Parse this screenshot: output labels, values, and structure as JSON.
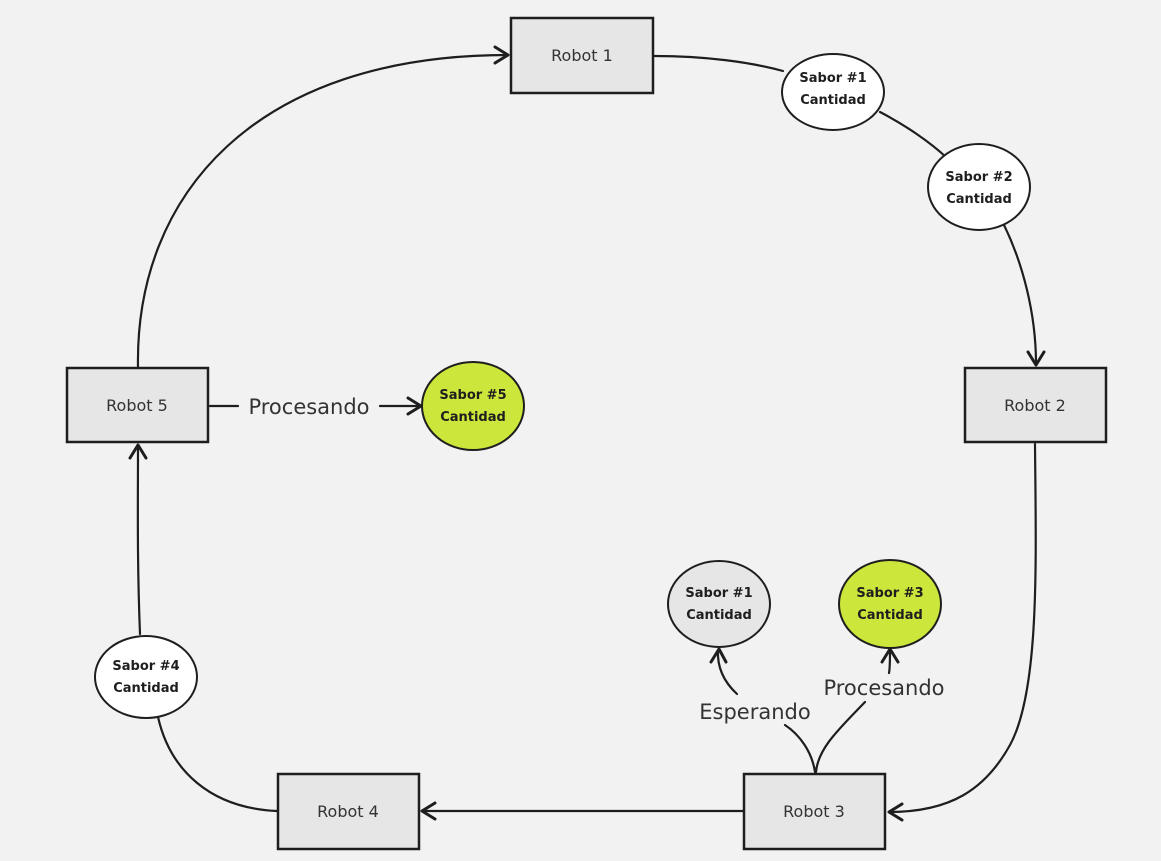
{
  "colors": {
    "background": "#f2f2f2",
    "box_fill": "#e6e6e6",
    "stroke": "#1e1e1e",
    "waiting_fill": "#e6e6e6",
    "processing_fill": "#cde63b",
    "queue_fill": "#ffffff"
  },
  "robots": {
    "r1": "Robot 1",
    "r2": "Robot 2",
    "r3": "Robot 3",
    "r4": "Robot 4",
    "r5": "Robot 5"
  },
  "nodes": {
    "ring_s1": {
      "line1": "Sabor #1",
      "line2": "Cantidad",
      "state": "queue"
    },
    "ring_s2": {
      "line1": "Sabor #2",
      "line2": "Cantidad",
      "state": "queue"
    },
    "ring_s4": {
      "line1": "Sabor #4",
      "line2": "Cantidad",
      "state": "queue"
    },
    "r5_s5": {
      "line1": "Sabor #5",
      "line2": "Cantidad",
      "state": "processing"
    },
    "r3_s1": {
      "line1": "Sabor #1",
      "line2": "Cantidad",
      "state": "waiting"
    },
    "r3_s3": {
      "line1": "Sabor #3",
      "line2": "Cantidad",
      "state": "processing"
    }
  },
  "labels": {
    "r5_processing": "Procesando",
    "r3_waiting": "Esperando",
    "r3_processing": "Procesando"
  }
}
